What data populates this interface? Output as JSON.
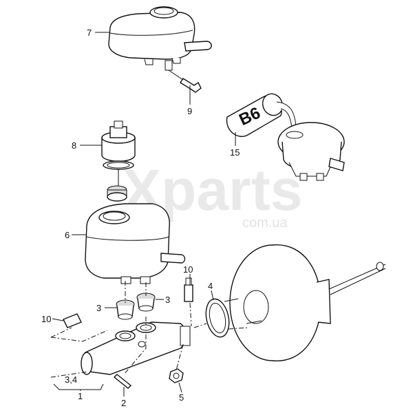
{
  "watermark": {
    "brand": "Xparts",
    "domain": "com.ua"
  },
  "canister_text": "B6",
  "callouts": {
    "c7": "7",
    "c9": "9",
    "c8": "8",
    "c15": "15",
    "c6": "6",
    "c10a": "10",
    "c4": "4",
    "c3a": "3",
    "c3b": "3",
    "c10b": "10",
    "c34": "3,4",
    "c1": "1",
    "c2": "2",
    "c5": "5"
  },
  "colors": {
    "line": "#111111",
    "fill": "#ffffff",
    "shade": "#dcdcdc",
    "watermark": "#e9e9e9"
  }
}
